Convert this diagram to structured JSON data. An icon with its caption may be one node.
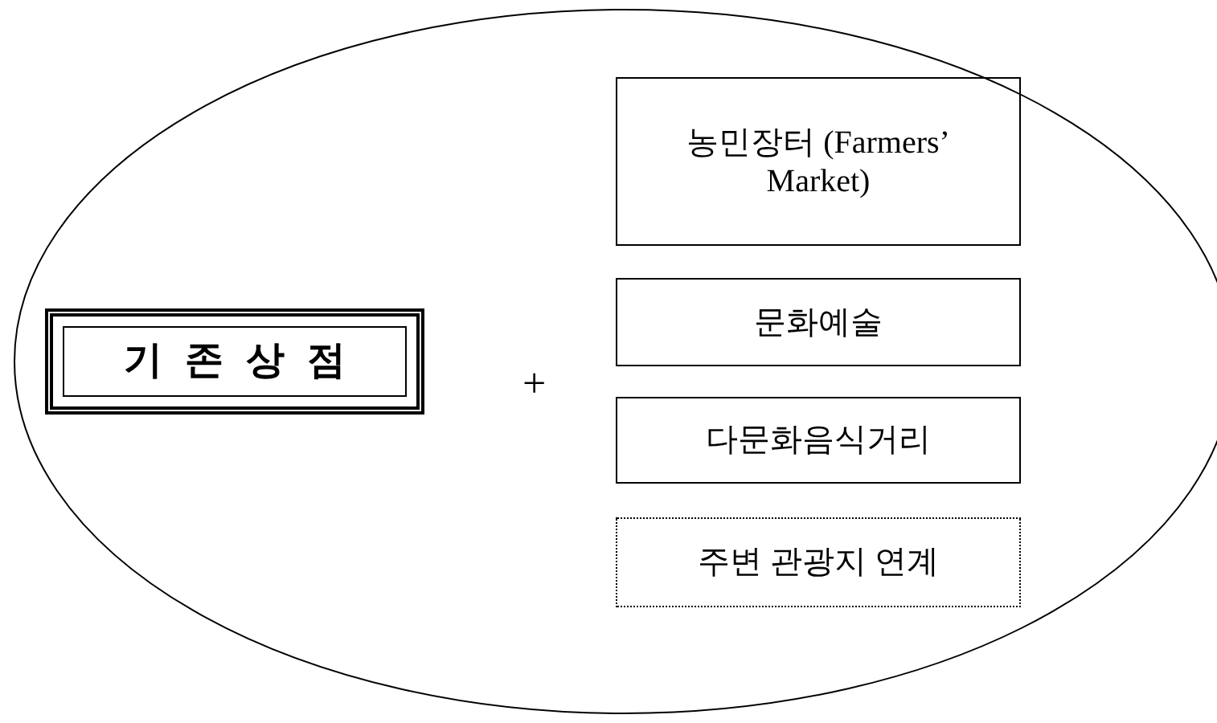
{
  "diagram": {
    "nodes": [
      {
        "text": [],
        "shape": "ellipse"
      },
      {
        "text": [
          "기존상점"
        ],
        "in": 0
      },
      {
        "text": [
          "농민장터 (Farmers’ Market)"
        ],
        "in": 0
      },
      {
        "text": [
          "문화예술"
        ],
        "in": 0
      },
      {
        "text": [
          "다문화음식거리"
        ],
        "in": 0
      },
      {
        "text": [
          "주변 관광지 연계"
        ],
        "in": 0
      }
    ],
    "labels": [
      "+"
    ]
  }
}
